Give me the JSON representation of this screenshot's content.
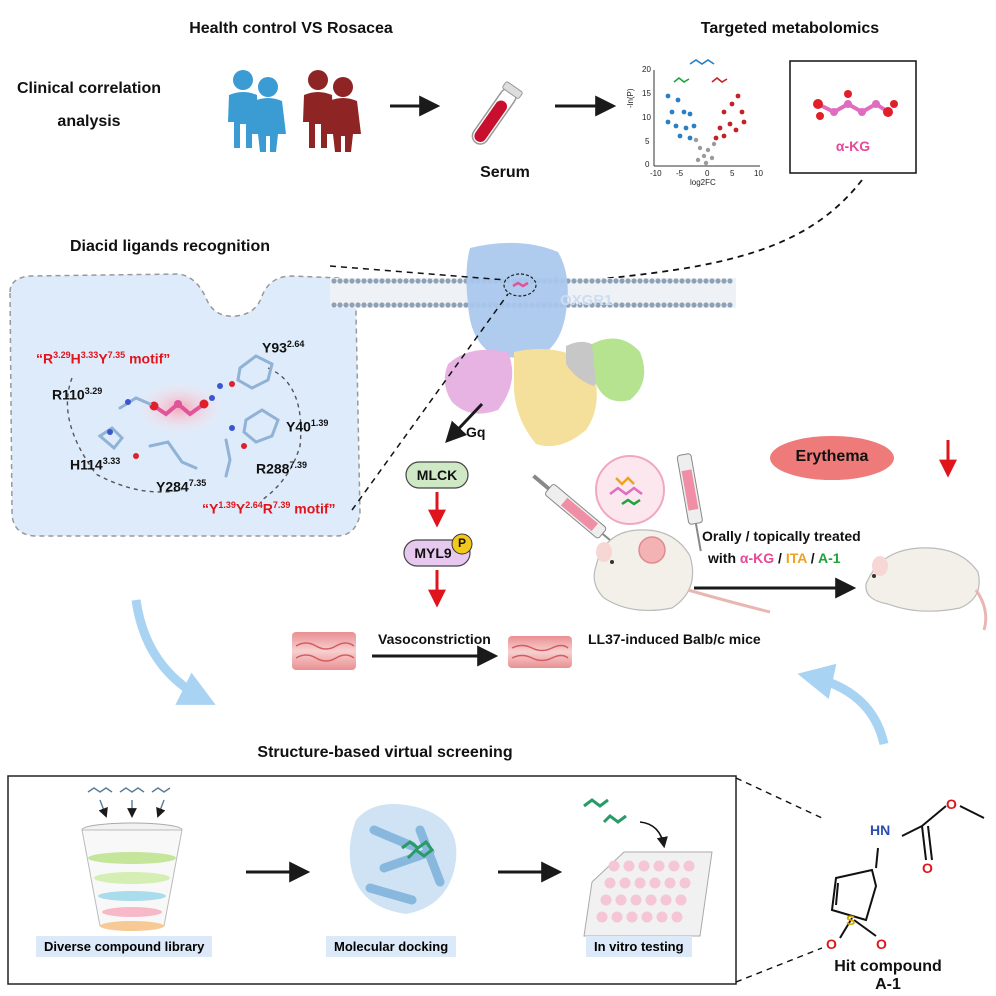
{
  "top": {
    "group_label": "Health control VS Rosacea",
    "clinical_line1": "Clinical correlation",
    "clinical_line2": "analysis",
    "serum_label": "Serum",
    "metabolomics_title": "Targeted metabolomics",
    "volcano": {
      "ylabel": "-ln(P)",
      "xlabel": "log2FC",
      "y_ticks": [
        "20",
        "15",
        "10",
        "5",
        "0"
      ],
      "x_ticks": [
        "-10",
        "-5",
        "0",
        "5",
        "10"
      ]
    },
    "akg_label": "α-KG"
  },
  "recognition": {
    "title": "Diacid ligands recognition",
    "motif1_a": "“R",
    "motif1_a_sup": "3.29",
    "motif1_b": "H",
    "motif1_b_sup": "3.33",
    "motif1_c": "Y",
    "motif1_c_sup": "7.35",
    "motif1_d": " motif”",
    "motif2_a": "“Y",
    "motif2_a_sup": "1.39",
    "motif2_b": "Y",
    "motif2_b_sup": "2.64",
    "motif2_c": "R",
    "motif2_c_sup": "7.39",
    "motif2_d": " motif”",
    "residues": {
      "y93": "Y93",
      "y93_sup": "2.64",
      "r110": "R110",
      "r110_sup": "3.29",
      "y40": "Y40",
      "y40_sup": "1.39",
      "h114": "H114",
      "h114_sup": "3.33",
      "r288": "R288",
      "r288_sup": "7.39",
      "y284": "Y284",
      "y284_sup": "7.35"
    }
  },
  "pathway": {
    "receptor": "OXGR1",
    "gq": "Gq",
    "mlck": "MLCK",
    "myl9": "MYL9",
    "phospho": "P",
    "vasoconstriction": "Vasoconstriction"
  },
  "mice": {
    "erythema": "Erythema",
    "treat_line1": "Orally / topically treated",
    "treat_with": "with ",
    "treat_akg": "α-KG",
    "treat_sep1": " / ",
    "treat_ita": "ITA",
    "treat_sep2": " / ",
    "treat_a1": "A-1",
    "model_label": "LL37-induced Balb/c mice"
  },
  "screening": {
    "title": "Structure-based virtual screening",
    "step1": "Diverse compound library",
    "step2": "Molecular  docking",
    "step3": "In vitro testing"
  },
  "hit": {
    "line1": "Hit compound",
    "line2": "A-1",
    "atom_hn": "HN",
    "atom_o1": "O",
    "atom_o2": "O",
    "atom_s": "S",
    "atom_o3": "O",
    "atom_o4": "O"
  },
  "colors": {
    "arrow_black": "#1a1a1a",
    "arrow_red": "#e0141b",
    "curved_blue": "#a9d3f2",
    "healthy_blue": "#3b9bd3",
    "rosacea_red": "#8e2424",
    "mlck_green": "#cfe8c6",
    "myl9_purple": "#e7c8ee",
    "erythema_fill": "#ee7a7a",
    "recognition_bg": "#deebfa"
  }
}
